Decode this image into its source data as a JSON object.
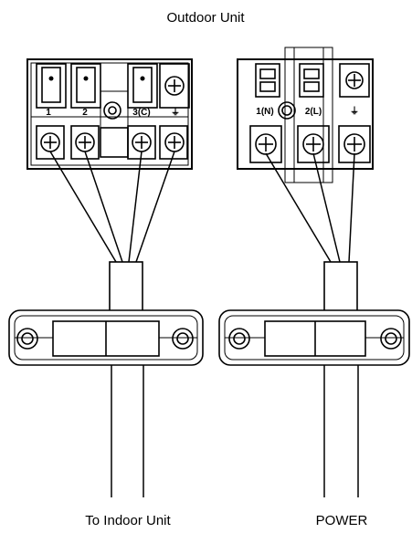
{
  "title": "Outdoor Unit",
  "left_block": {
    "terminals": [
      "1",
      "2",
      "3(C)",
      "⏚"
    ]
  },
  "right_block": {
    "terminals": [
      "1(N)",
      "2(L)",
      "⏚"
    ]
  },
  "labels": {
    "left": "To Indoor Unit",
    "right": "POWER"
  }
}
